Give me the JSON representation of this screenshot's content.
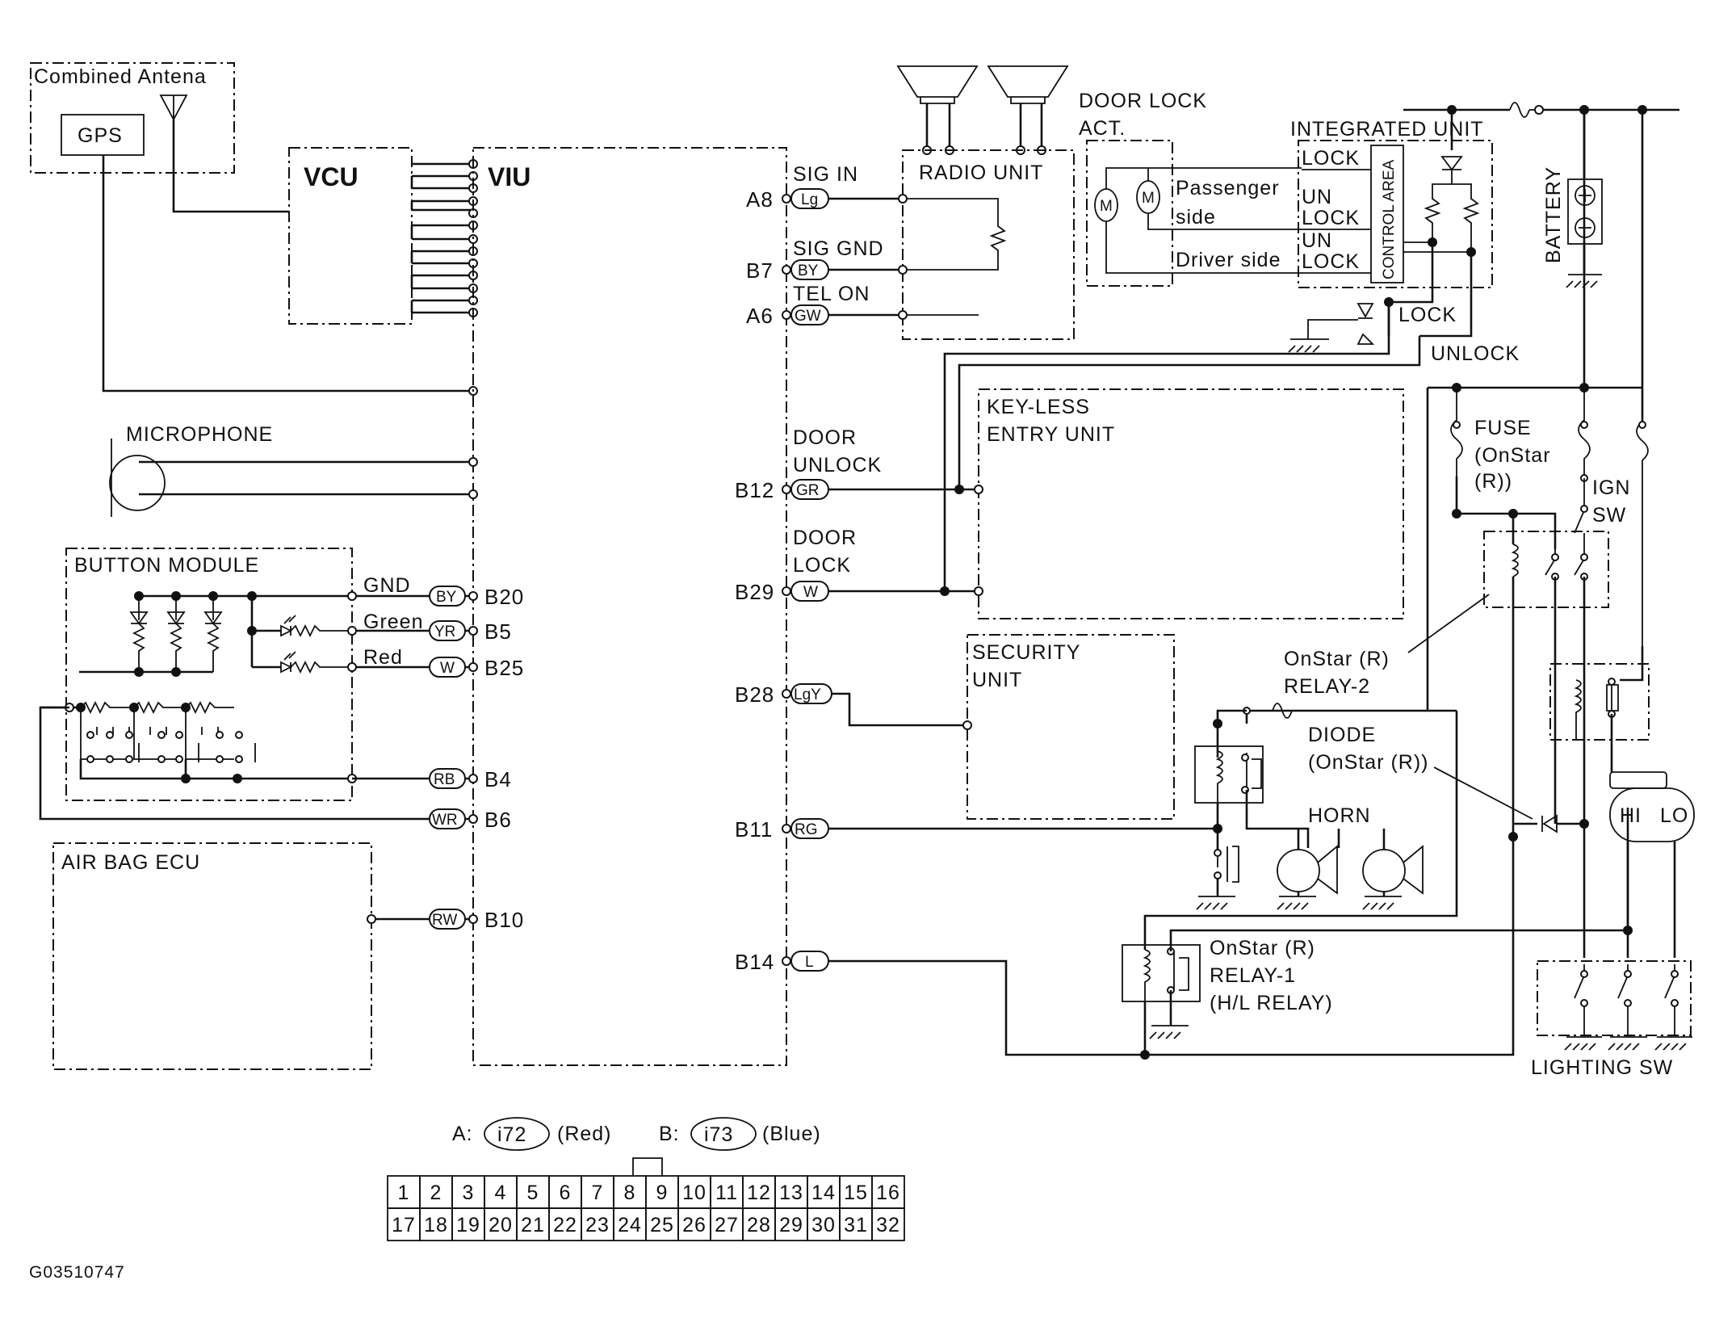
{
  "labels": {
    "combined_antenna": "Combined Antena",
    "gps": "GPS",
    "vcu": "VCU",
    "viu": "VIU",
    "microphone": "MICROPHONE",
    "button_module": "BUTTON MODULE",
    "air_bag_ecu": "AIR BAG ECU",
    "radio_unit": "RADIO UNIT",
    "door_lock_act_1": "DOOR LOCK",
    "door_lock_act_2": "ACT.",
    "passenger_1": "Passenger",
    "passenger_2": "side",
    "driver_side": "Driver side",
    "integrated_unit": "INTEGRATED UNIT",
    "iu_lock": "LOCK",
    "iu_unlock_1a": "UN",
    "iu_unlock_1b": "LOCK",
    "iu_unlock_2a": "UN",
    "iu_unlock_2b": "LOCK",
    "control_area": "CONTROL AREA",
    "battery": "BATTERY",
    "lock": "LOCK",
    "unlock": "UNLOCK",
    "keyless_1": "KEY-LESS",
    "keyless_2": "ENTRY UNIT",
    "security_1": "SECURITY",
    "security_2": "UNIT",
    "fuse_1": "FUSE",
    "fuse_2": "(OnStar",
    "fuse_3": "(R))",
    "ign_1": "IGN",
    "ign_2": "SW",
    "relay2_1": "OnStar (R)",
    "relay2_2": "RELAY-2",
    "diode_1": "DIODE",
    "diode_2": "(OnStar (R))",
    "horn": "HORN",
    "relay1_1": "OnStar (R)",
    "relay1_2": "RELAY-1",
    "relay1_3": "(H/L RELAY)",
    "hi": "HI",
    "lo": "LO",
    "lighting_sw": "LIGHTING SW",
    "sig_in": "SIG IN",
    "sig_gnd": "SIG GND",
    "tel_on": "TEL ON",
    "door_unlock_1": "DOOR",
    "door_unlock_2": "UNLOCK",
    "door_lock_1": "DOOR",
    "door_lock_2": "LOCK",
    "gnd": "GND",
    "green": "Green",
    "red": "Red",
    "figure_code": "G03510747"
  },
  "pins": {
    "a8": "A8",
    "b7": "B7",
    "a6": "A6",
    "b12": "B12",
    "b29": "B29",
    "b28": "B28",
    "b11": "B11",
    "b14": "B14",
    "b20": "B20",
    "b5": "B5",
    "b25": "B25",
    "b4": "B4",
    "b6": "B6",
    "b10": "B10"
  },
  "wire_colors": {
    "lg": "Lg",
    "by_sig": "BY",
    "gw": "GW",
    "gr": "GR",
    "w_lock": "W",
    "lgy": "LgY",
    "rg": "RG",
    "l": "L",
    "by_gnd": "BY",
    "yr": "YR",
    "w_red": "W",
    "rb": "RB",
    "wr": "WR",
    "rw": "RW"
  },
  "connector_legend": {
    "a_prefix": "A:",
    "a_id": "i72",
    "a_color": "(Red)",
    "b_prefix": "B:",
    "b_id": "i73",
    "b_color": "(Blue)",
    "row1": [
      "1",
      "2",
      "3",
      "4",
      "5",
      "6",
      "7",
      "8",
      "9",
      "10",
      "11",
      "12",
      "13",
      "14",
      "15",
      "16"
    ],
    "row2": [
      "17",
      "18",
      "19",
      "20",
      "21",
      "22",
      "23",
      "24",
      "25",
      "26",
      "27",
      "28",
      "29",
      "30",
      "31",
      "32"
    ]
  }
}
